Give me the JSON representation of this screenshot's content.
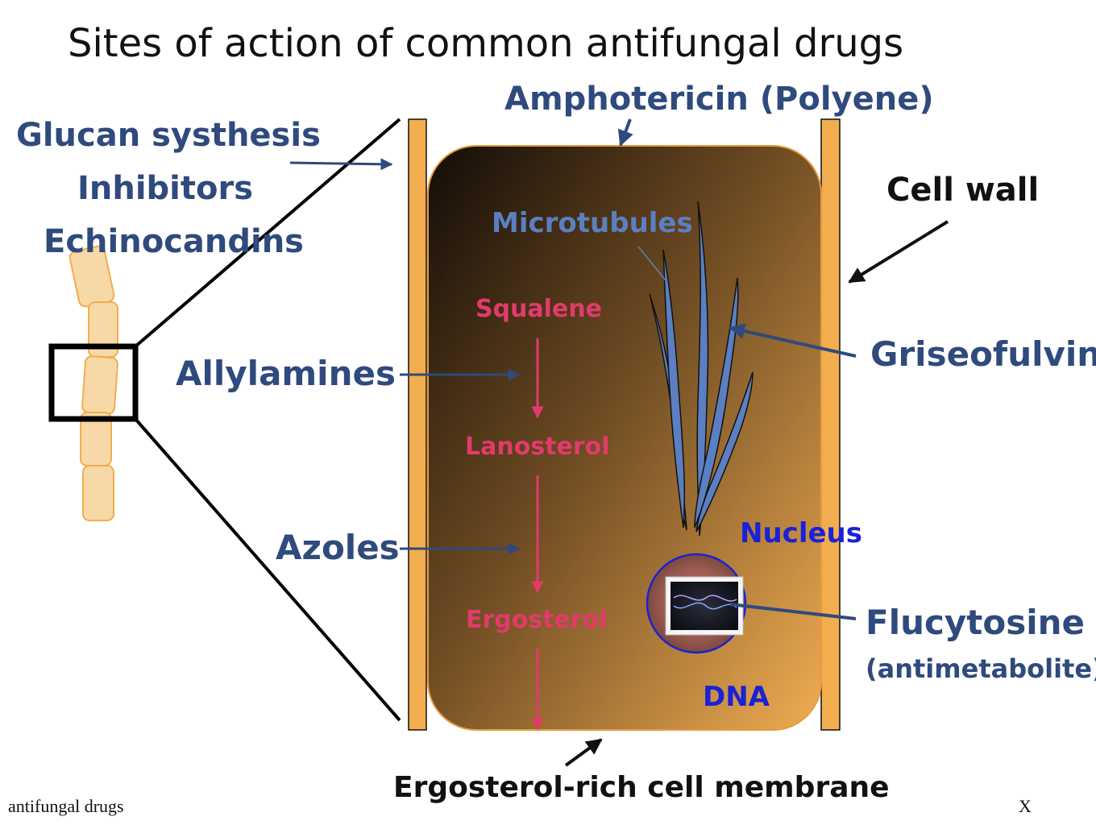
{
  "title": "Sites of action of common antifungal drugs",
  "labels": {
    "amphotericin": "Amphotericin (Polyene)",
    "glucan_line1": "Glucan systhesis",
    "glucan_line2": "Inhibitors",
    "glucan_line3": "Echinocandins",
    "cell_wall": "Cell wall",
    "microtubules": "Microtubules",
    "squalene": "Squalene",
    "allylamines": "Allylamines",
    "griseofulvin": "Griseofulvin",
    "lanosterol": "Lanosterol",
    "nucleus": "Nucleus",
    "azoles": "Azoles",
    "ergosterol": "Ergosterol",
    "flucytosine": "Flucytosine",
    "antimetabolite": "(antimetabolite)",
    "dna": "DNA",
    "membrane": "Ergosterol-rich cell membrane"
  },
  "footer": {
    "left": "antifungal drugs",
    "right": "X"
  },
  "colors": {
    "drug_label": "#2f4a7d",
    "pathway": "#e23a6b",
    "cell_wall": "#f2ad4f",
    "cytoplasm_dark": "#120c07",
    "cytoplasm_light": "#eeab52",
    "nucleus_text": "#1a22d6",
    "microtubule_label": "#5b7fc0"
  }
}
